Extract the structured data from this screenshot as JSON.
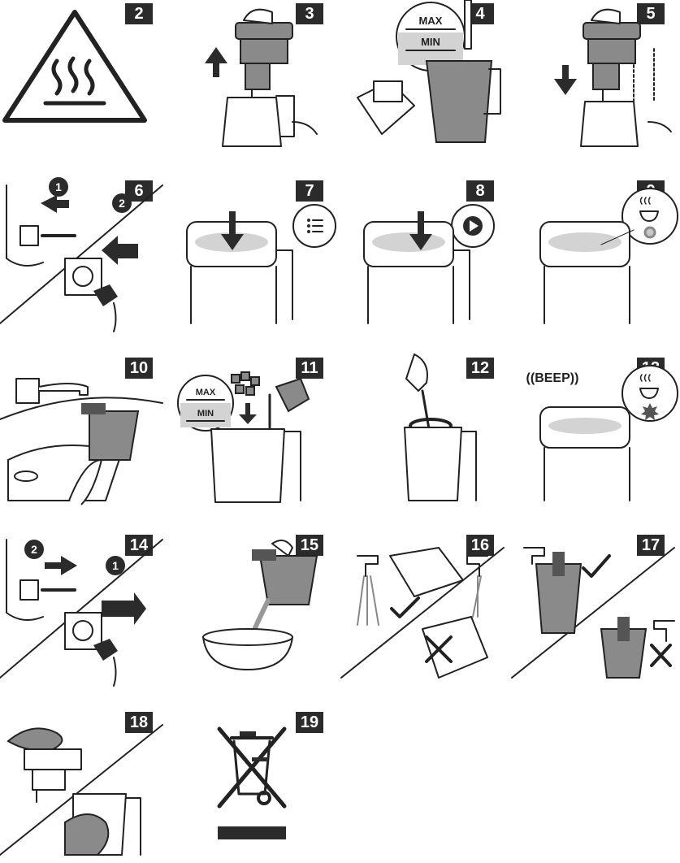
{
  "steps": [
    {
      "number": "2"
    },
    {
      "number": "3"
    },
    {
      "number": "4",
      "max_label": "MAX",
      "min_label": "MIN"
    },
    {
      "number": "5"
    },
    {
      "number": "6",
      "order_first": "1",
      "order_second": "2"
    },
    {
      "number": "7"
    },
    {
      "number": "8"
    },
    {
      "number": "9"
    },
    {
      "number": "10"
    },
    {
      "number": "11",
      "max_label": "MAX",
      "min_label": "MIN"
    },
    {
      "number": "12"
    },
    {
      "number": "13",
      "beep_label": "((BEEP))"
    },
    {
      "number": "14",
      "order_first": "2",
      "order_second": "1"
    },
    {
      "number": "15"
    },
    {
      "number": "16"
    },
    {
      "number": "17"
    },
    {
      "number": "18"
    },
    {
      "number": "19"
    }
  ]
}
